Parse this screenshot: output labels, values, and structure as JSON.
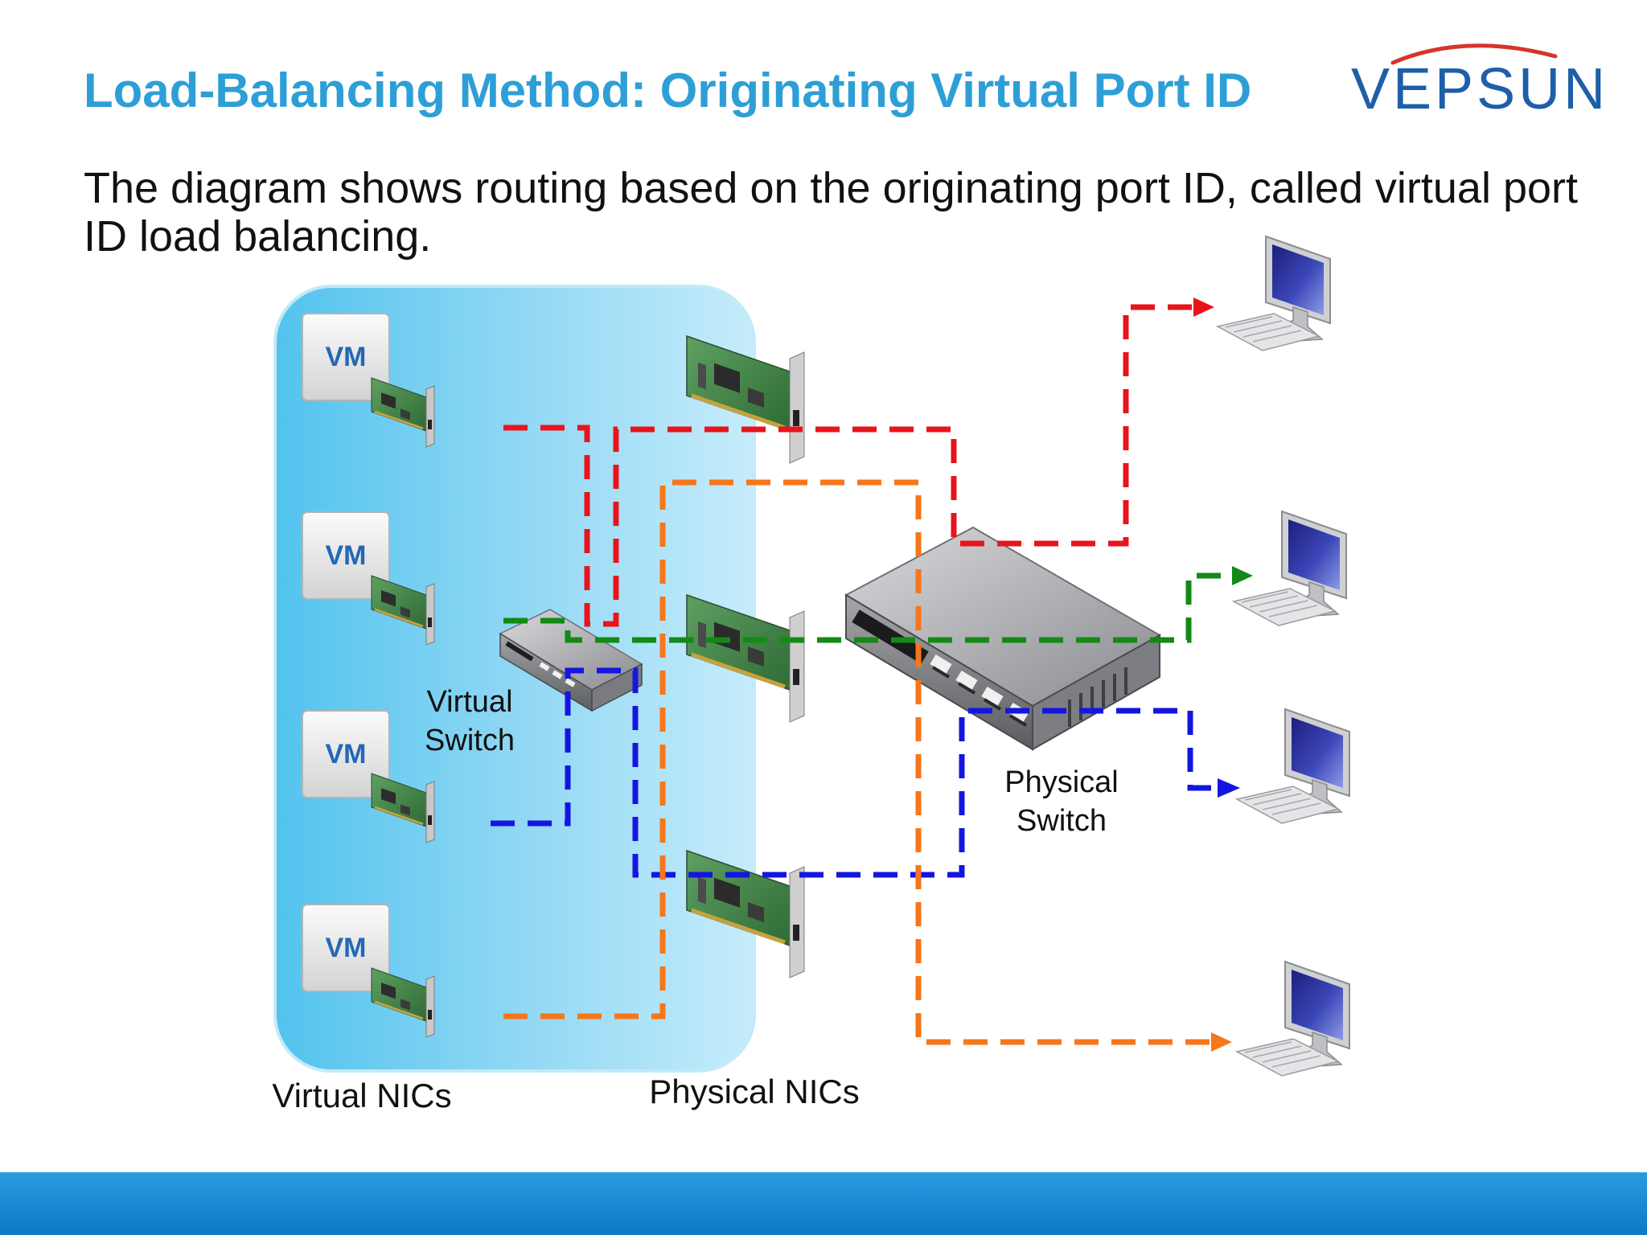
{
  "slide": {
    "title": "Load-Balancing Method: Originating Virtual Port ID",
    "description": "The diagram shows routing based on the originating port ID, called virtual port ID load balancing.",
    "logo": "VEPSUN"
  },
  "diagram": {
    "vm_label": "VM",
    "vms": [
      "VM",
      "VM",
      "VM",
      "VM"
    ],
    "virtual_switch_label": [
      "Virtual",
      "Switch"
    ],
    "physical_switch_label": [
      "Physical",
      "Switch"
    ],
    "virtual_nics_label": "Virtual NICs",
    "physical_nics_label": "Physical NICs",
    "colors": {
      "red": "#e8141c",
      "green": "#138a15",
      "blue": "#1416e0",
      "orange": "#f7761a",
      "host_panel": "#8fd6f2",
      "title": "#2e9fd6",
      "footer": "#1b88d4"
    },
    "icons": [
      "vm-icon",
      "virtual-nic-icon",
      "physical-nic-icon",
      "virtual-switch-icon",
      "physical-switch-icon",
      "computer-icon"
    ]
  }
}
